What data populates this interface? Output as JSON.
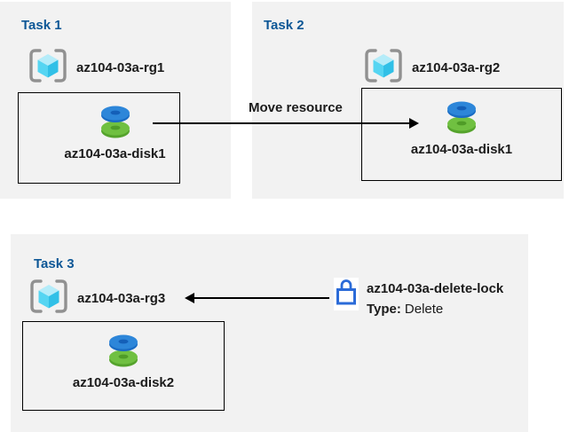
{
  "colors": {
    "panel_bg": "#f2f2f2",
    "title_blue": "#0d5796",
    "text": "#1b1b1b",
    "arrow": "#000000",
    "lock_blue": "#2b6bd8",
    "disk_blue": "#2d86d9",
    "disk_green": "#70c041",
    "cube_cyan": "#55d5f2",
    "bracket_gray": "#919191"
  },
  "tasks": [
    {
      "title": "Task 1",
      "resource_group": "az104-03a-rg1",
      "resource": "az104-03a-disk1"
    },
    {
      "title": "Task 2",
      "resource_group": "az104-03a-rg2",
      "resource": "az104-03a-disk1"
    },
    {
      "title": "Task 3",
      "resource_group": "az104-03a-rg3",
      "resource": "az104-03a-disk2"
    }
  ],
  "move_arrow": {
    "label": "Move resource",
    "from": "az104-03a-disk1",
    "to": "az104-03a-rg2"
  },
  "lock": {
    "name": "az104-03a-delete-lock",
    "type_label": "Type:",
    "type_value": "Delete",
    "target": "az104-03a-rg3"
  },
  "icons": {
    "resource_group": "resource-group-icon",
    "disk": "managed-disk-icon",
    "lock": "lock-icon"
  }
}
